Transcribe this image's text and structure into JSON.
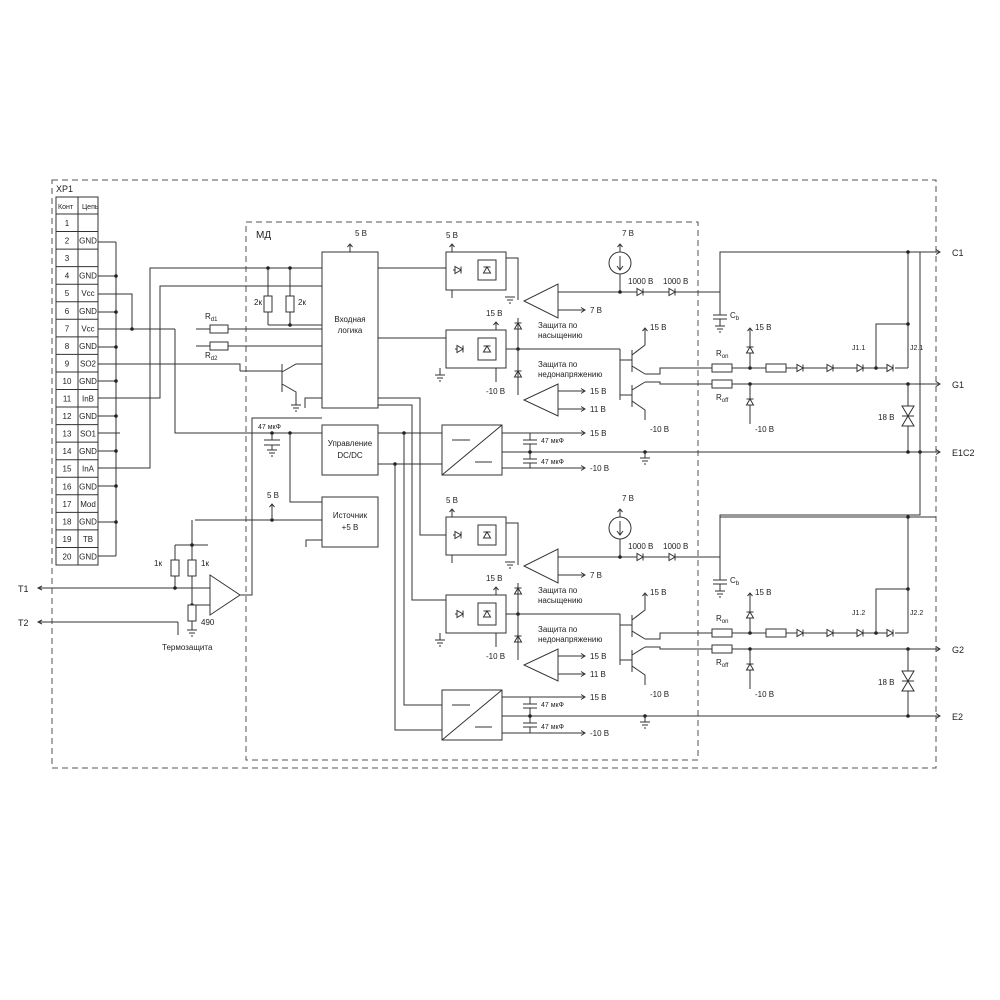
{
  "connector": {
    "name": "XP1",
    "col_pin": "Конт",
    "col_net": "Цепь",
    "rows": [
      {
        "pin": "1",
        "net": ""
      },
      {
        "pin": "2",
        "net": "GND"
      },
      {
        "pin": "3",
        "net": ""
      },
      {
        "pin": "4",
        "net": "GND"
      },
      {
        "pin": "5",
        "net": "Vcc"
      },
      {
        "pin": "6",
        "net": "GND"
      },
      {
        "pin": "7",
        "net": "Vcc"
      },
      {
        "pin": "8",
        "net": "GND"
      },
      {
        "pin": "9",
        "net": "SO2"
      },
      {
        "pin": "10",
        "net": "GND"
      },
      {
        "pin": "11",
        "net": "InB"
      },
      {
        "pin": "12",
        "net": "GND"
      },
      {
        "pin": "13",
        "net": "SO1"
      },
      {
        "pin": "14",
        "net": "GND"
      },
      {
        "pin": "15",
        "net": "InA"
      },
      {
        "pin": "16",
        "net": "GND"
      },
      {
        "pin": "17",
        "net": "Mod"
      },
      {
        "pin": "18",
        "net": "GND"
      },
      {
        "pin": "19",
        "net": "TB"
      },
      {
        "pin": "20",
        "net": "GND"
      }
    ]
  },
  "module": {
    "name": "МД"
  },
  "blocks": {
    "input_logic": "Входная логика",
    "dcdc_line1": "Управление",
    "dcdc_line2": "DC/DC",
    "source_line1": "Источник",
    "source_line2": "+5 В"
  },
  "labels": {
    "v5": "5 В",
    "v7": "7 В",
    "v15": "15 В",
    "v11": "11 В",
    "vm10": "-10 В",
    "v1000": "1000 В",
    "v18": "18 В",
    "cap47": "47 мкФ",
    "res2k": "2к",
    "res1k": "1к",
    "res490": "490",
    "rd1": "R",
    "rd1_sub": "d1",
    "rd2": "R",
    "rd2_sub": "d2",
    "ron": "R",
    "ron_sub": "on",
    "roff": "R",
    "roff_sub": "off",
    "cb": "C",
    "cb_sub": "b",
    "sat_line1": "Защита по",
    "sat_line2": "насыщению",
    "uv_line1": "Защита по",
    "uv_line2": "недонапряжению",
    "thermal": "Термозащита",
    "j11": "J1.1",
    "j21": "J2.1",
    "j12": "J1.2",
    "j22": "J2.2"
  },
  "terminals": {
    "c1": "C1",
    "g1": "G1",
    "e1c2": "E1C2",
    "g2": "G2",
    "e2": "E2",
    "t1": "T1",
    "t2": "T2"
  }
}
